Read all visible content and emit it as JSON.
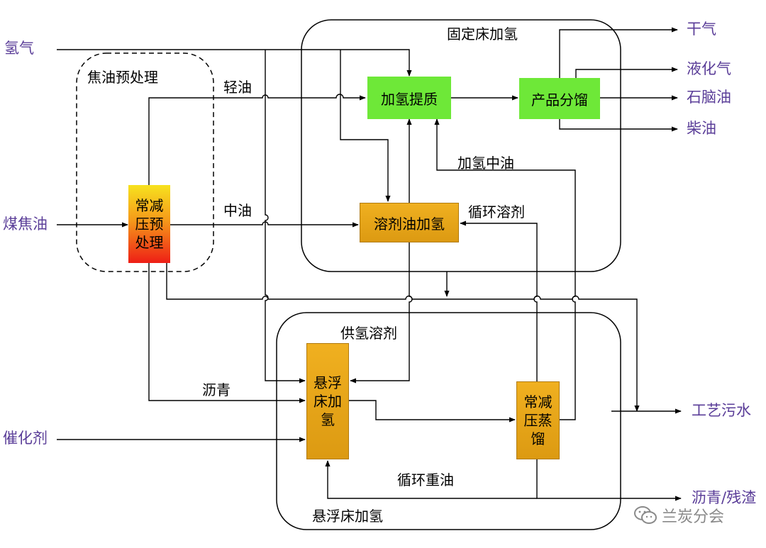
{
  "inputs": {
    "hydrogen": "氢气",
    "coal_tar": "煤焦油",
    "catalyst": "催化剂"
  },
  "outputs": {
    "dry_gas": "干气",
    "lpg": "液化气",
    "naphtha": "石脑油",
    "diesel": "柴油",
    "process_water": "工艺污水",
    "asphalt_residue": "沥青/残渣"
  },
  "regions": {
    "pretreatment": "焦油预处理",
    "fixed_bed": "固定床加氢",
    "slurry_bed": "悬浮床加氢"
  },
  "units": {
    "atm_vac_pretreat": "常减压预处理",
    "hydro_upgrade": "加氢提质",
    "product_fractionation": "产品分馏",
    "solvent_hydro": "溶剂油加氢",
    "slurry_reactor": "悬浮床加氢",
    "atm_vac_distill": "常减压蒸馏"
  },
  "streams": {
    "light_oil": "轻油",
    "middle_oil": "中油",
    "hydro_middle_oil": "加氢中油",
    "recycle_solvent": "循环溶剂",
    "h_donor_solvent": "供氢溶剂",
    "asphalt": "沥青",
    "recycle_heavy_oil": "循环重油"
  },
  "watermark": {
    "text": "兰炭分会",
    "icon": "wechat-icon"
  },
  "colors": {
    "green_unit": "#6ee838",
    "orange_unit": "#e0a018",
    "io_text": "#5a3d98"
  }
}
